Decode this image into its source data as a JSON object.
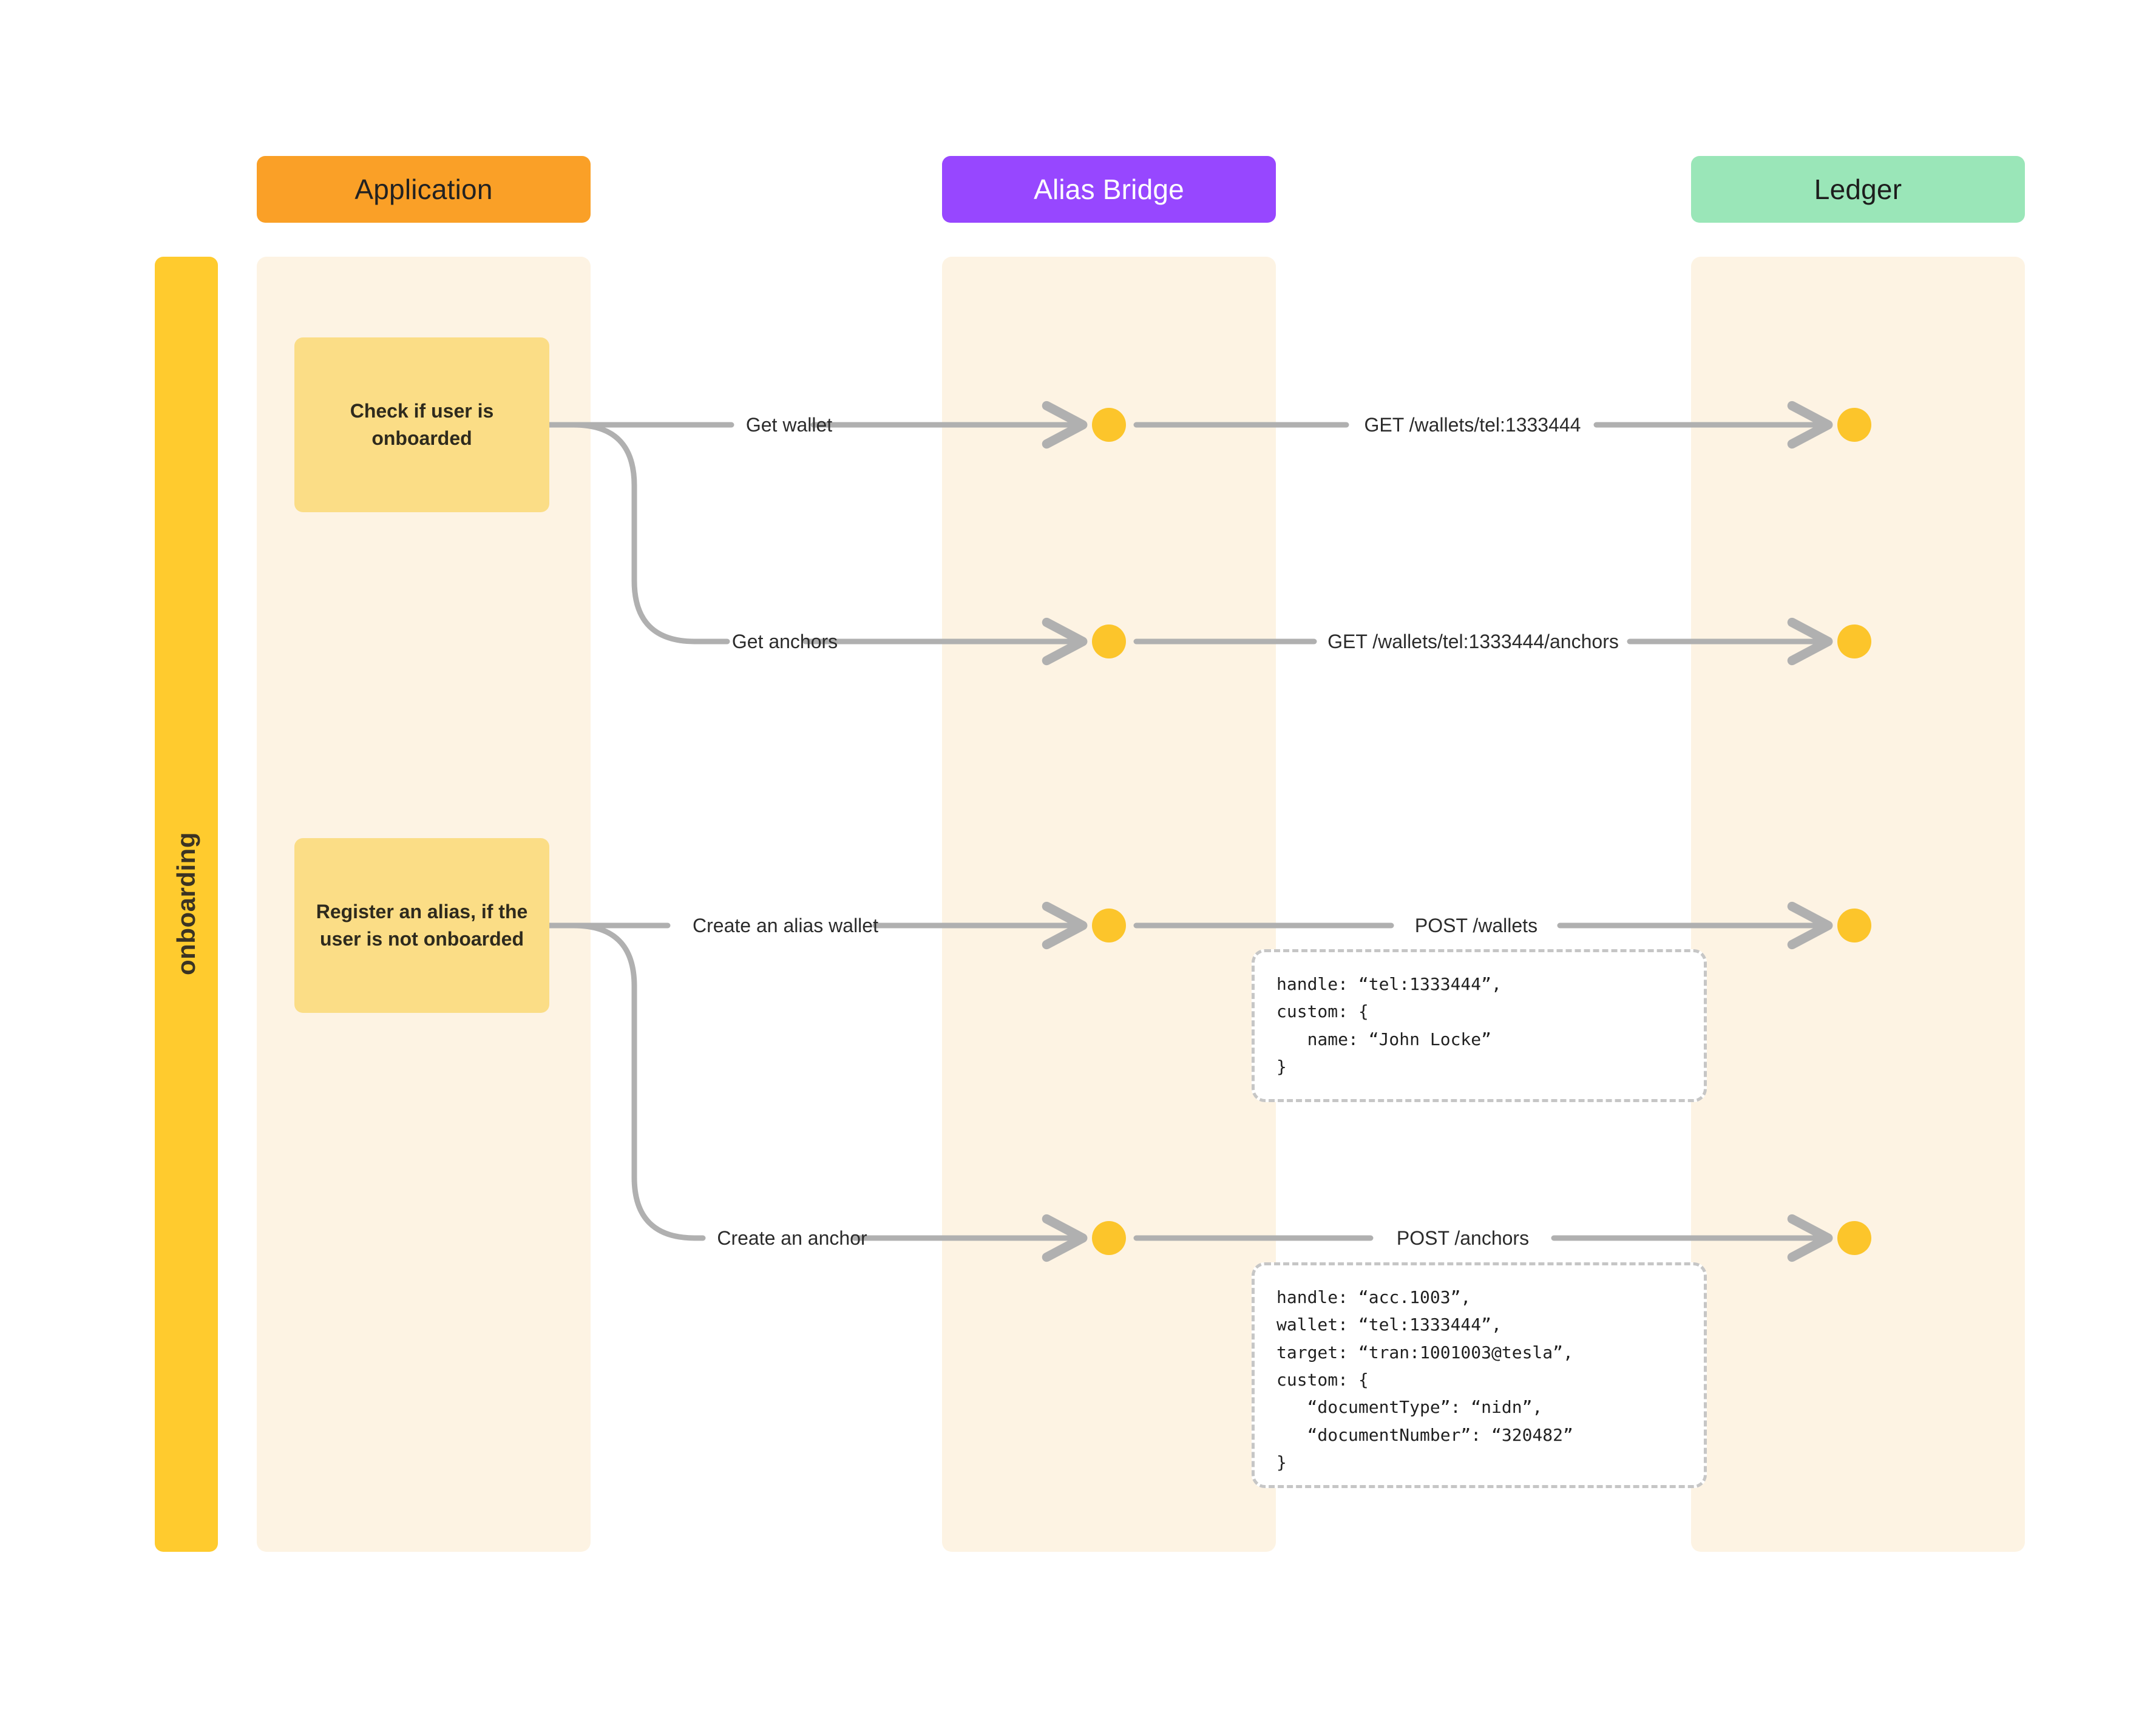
{
  "diagram": {
    "title": "onboarding",
    "type": "sequence-diagram",
    "group_label": "onboarding",
    "colors": {
      "application_header": "#faa027",
      "alias_bridge_header": "#9747ff",
      "ledger_header": "#9ae6b8",
      "lane_band": "#fdf3e3",
      "group_bar": "#ffcb2e",
      "note_box": "#fbdd86",
      "connector": "#b0b0b0",
      "dot": "#fcc52b",
      "payload_border": "#c6c6c6",
      "text_dark": "#2e2a1d",
      "header_text_light": "#ffffff",
      "header_text_dark": "#222222"
    },
    "lanes": [
      {
        "id": "application",
        "label": "Application",
        "text_color": "#222222"
      },
      {
        "id": "alias-bridge",
        "label": "Alias Bridge",
        "text_color": "#ffffff"
      },
      {
        "id": "ledger",
        "label": "Ledger",
        "text_color": "#1d1d1d"
      }
    ],
    "notes": [
      {
        "id": "note-check-onboarded",
        "text": "Check if user is onboarded"
      },
      {
        "id": "note-register-alias",
        "text": "Register an alias, if the user is not onboarded"
      }
    ],
    "messages": [
      {
        "id": "msg-get-wallet",
        "from": "application",
        "to": "alias-bridge",
        "label": "Get wallet"
      },
      {
        "id": "msg-get-wallet-api",
        "from": "alias-bridge",
        "to": "ledger",
        "label": "GET /wallets/tel:1333444"
      },
      {
        "id": "msg-get-anchors",
        "from": "application",
        "to": "alias-bridge",
        "label": "Get anchors"
      },
      {
        "id": "msg-get-anchors-api",
        "from": "alias-bridge",
        "to": "ledger",
        "label": "GET /wallets/tel:1333444/anchors"
      },
      {
        "id": "msg-create-alias-wallet",
        "from": "application",
        "to": "alias-bridge",
        "label": "Create an alias wallet"
      },
      {
        "id": "msg-post-wallets",
        "from": "alias-bridge",
        "to": "ledger",
        "label": "POST /wallets"
      },
      {
        "id": "msg-create-anchor",
        "from": "application",
        "to": "alias-bridge",
        "label": "Create an anchor"
      },
      {
        "id": "msg-post-anchors",
        "from": "alias-bridge",
        "to": "ledger",
        "label": "POST /anchors"
      }
    ],
    "payloads": [
      {
        "id": "payload-post-wallets",
        "for_message": "msg-post-wallets",
        "lines": [
          "handle: “tel:1333444”,",
          "custom: {",
          "   name: “John Locke”",
          "}"
        ]
      },
      {
        "id": "payload-post-anchors",
        "for_message": "msg-post-anchors",
        "lines": [
          "handle: “acc.1003”,",
          "wallet: “tel:1333444”,",
          "target: “tran:1001003@tesla”,",
          "custom: {",
          "   “documentType”: “nidn”,",
          "   “documentNumber”: “320482”",
          "}"
        ]
      }
    ]
  }
}
